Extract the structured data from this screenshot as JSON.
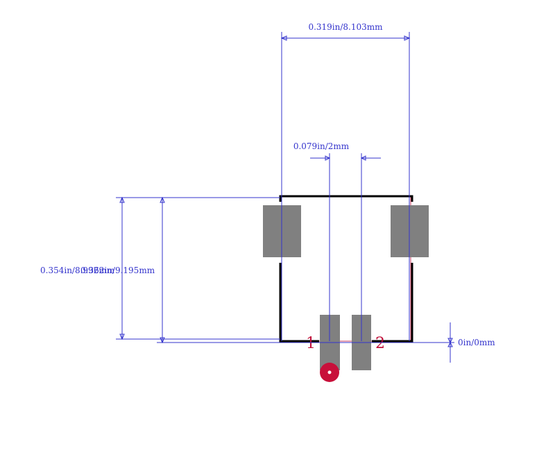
{
  "dimensions": {
    "overall_width": "0.319in/8.103mm",
    "pin_pitch": "0.079in/2mm",
    "height_a": "0.354in/8.992mm",
    "height_b": "0.362in/9.195mm",
    "baseline_offset": "0in/0mm"
  },
  "pins": {
    "pin1": "1",
    "pin2": "2"
  },
  "colors": {
    "dimension": "#3333cc",
    "outline": "#000000",
    "courtyard": "#d04060",
    "pad": "#808080",
    "pin1_marker": "#c8103a"
  }
}
